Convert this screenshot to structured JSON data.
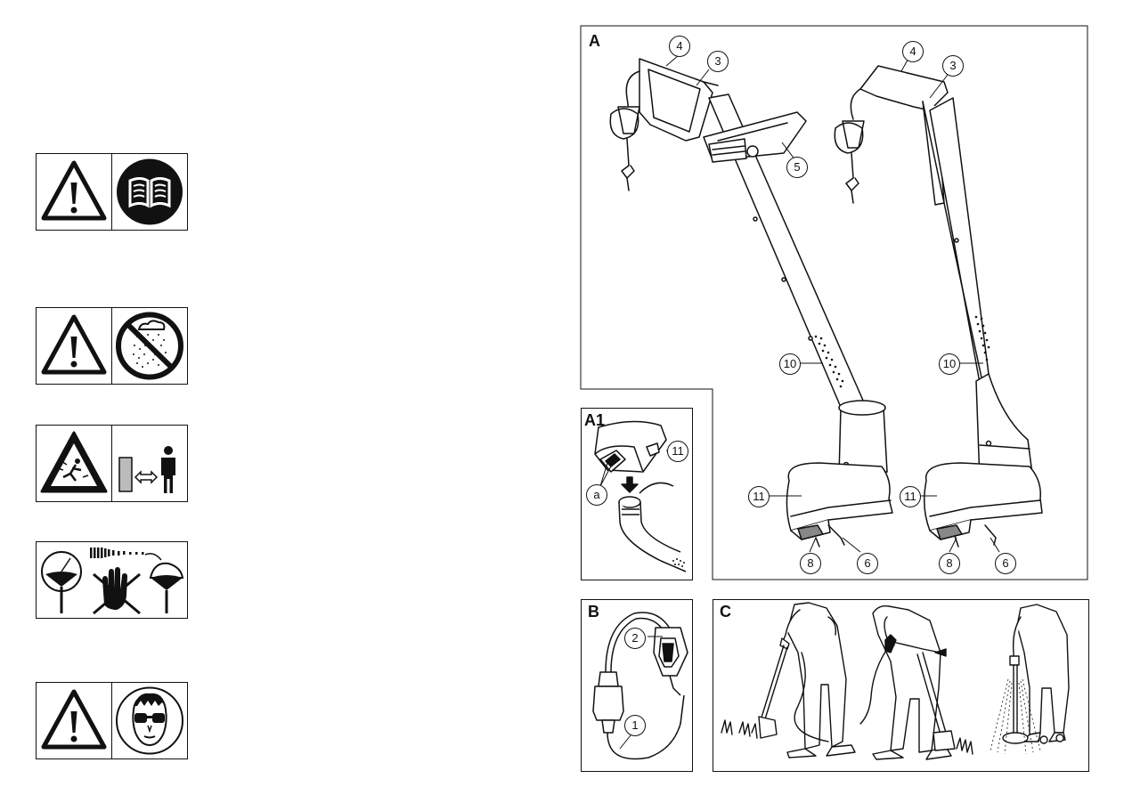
{
  "left_page": {
    "signs": [
      {
        "name": "warning-read-manual",
        "left_icon": "warning-triangle-icon",
        "right_icon": "manual-book-icon"
      },
      {
        "name": "warning-no-rain",
        "left_icon": "warning-triangle-icon",
        "right_icon": "no-rain-icon"
      },
      {
        "name": "warning-thrown-objects",
        "left_icon": "thrown-object-triangle-icon",
        "right_icon": "keep-distance-icon"
      },
      {
        "name": "warning-coasting-blade",
        "left_icon": "coasting-timer-icon",
        "right_icon": "no-hands-icon"
      },
      {
        "name": "warning-eye-protection",
        "left_icon": "warning-triangle-icon",
        "right_icon": "safety-goggles-icon"
      }
    ]
  },
  "right_page": {
    "panels": {
      "A": {
        "label": "A"
      },
      "A1": {
        "label": "A1"
      },
      "B": {
        "label": "B"
      },
      "C": {
        "label": "C"
      }
    },
    "callouts": {
      "a_4_left": "4",
      "a_3_left": "3",
      "a_5": "5",
      "a_10_left": "10",
      "a_11_left": "11",
      "a_8_left": "8",
      "a_6_left": "6",
      "a_4_right": "4",
      "a_3_right": "3",
      "a_10_right": "10",
      "a_11_right": "11",
      "a_8_right": "8",
      "a_6_right": "6",
      "a1_11": "11",
      "a1_a": "a",
      "b_2": "2",
      "b_1": "1"
    }
  }
}
